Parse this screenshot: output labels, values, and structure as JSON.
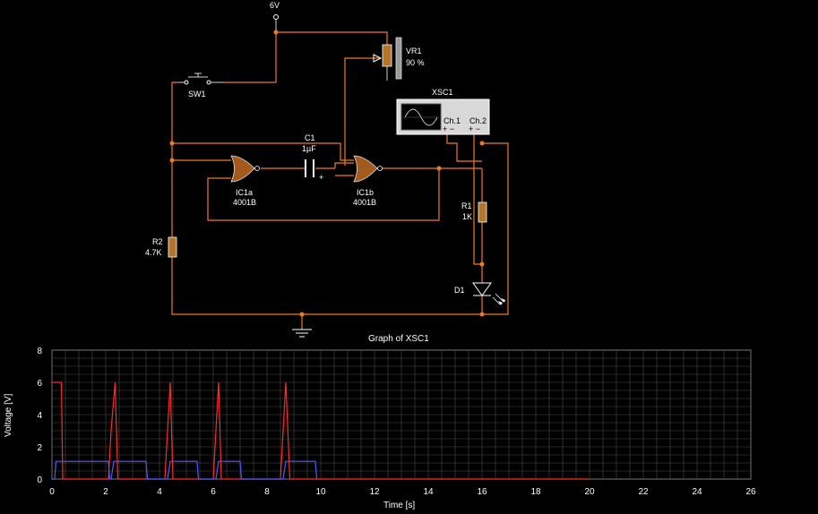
{
  "circuit": {
    "supply_label": "6V",
    "switch_label": "SW1",
    "pot_label": "VR1",
    "pot_value": "90 %",
    "scope_label": "XSC1",
    "ch1_label": "Ch.1",
    "ch2_label": "Ch.2",
    "ch_polarity": "+ −",
    "cap_label": "C1",
    "cap_value": "1µF",
    "cap_plus": "+",
    "gate_a_label": "IC1a",
    "gate_a_part": "4001B",
    "gate_b_label": "IC1b",
    "gate_b_part": "4001B",
    "r1_label": "R1",
    "r1_value": "1K",
    "r2_label": "R2",
    "r2_value": "4.7K",
    "led_label": "D1",
    "colors": {
      "wire": "#f07a1e",
      "gate": "#a45a1c",
      "component": "#b4742c"
    }
  },
  "chart_data": {
    "type": "line",
    "title": "Graph of XSC1",
    "xlabel": "Time [s]",
    "ylabel": "Voltage [V]",
    "xlim": [
      0,
      26
    ],
    "ylim": [
      0,
      8
    ],
    "xticks": [
      "0",
      "2",
      "4",
      "6",
      "8",
      "10",
      "12",
      "14",
      "16",
      "18",
      "20",
      "22",
      "24",
      "26"
    ],
    "yticks": [
      "0",
      "2",
      "4",
      "6",
      "8"
    ],
    "grid": true,
    "series": [
      {
        "color": "#ff2a2a",
        "x": [
          0,
          0.35,
          0.4,
          2.1,
          2.2,
          2.35,
          2.45,
          4.2,
          4.3,
          4.4,
          4.5,
          6.0,
          6.1,
          6.2,
          6.3,
          8.5,
          8.6,
          8.7,
          8.85,
          20
        ],
        "y": [
          6,
          6,
          0,
          0,
          3,
          6,
          0,
          0,
          3,
          6,
          0,
          0,
          3,
          6,
          0,
          0,
          3,
          6,
          0,
          0
        ]
      },
      {
        "color": "#4a5cff",
        "x": [
          0,
          0.1,
          0.15,
          0.2,
          2.1,
          2.15,
          2.2,
          2.3,
          3.5,
          3.55,
          4.2,
          4.25,
          4.3,
          4.4,
          5.4,
          5.45,
          6.0,
          6.05,
          6.1,
          6.2,
          7.0,
          7.05,
          8.5,
          8.55,
          8.6,
          8.7,
          9.8,
          9.85
        ],
        "y": [
          0,
          0,
          1.1,
          1.1,
          1.1,
          0,
          0,
          1.1,
          1.1,
          0,
          0,
          0,
          0,
          1.1,
          1.1,
          0,
          0,
          0,
          0,
          1.1,
          1.1,
          0,
          0,
          0,
          0,
          1.1,
          1.1,
          0
        ]
      }
    ]
  }
}
